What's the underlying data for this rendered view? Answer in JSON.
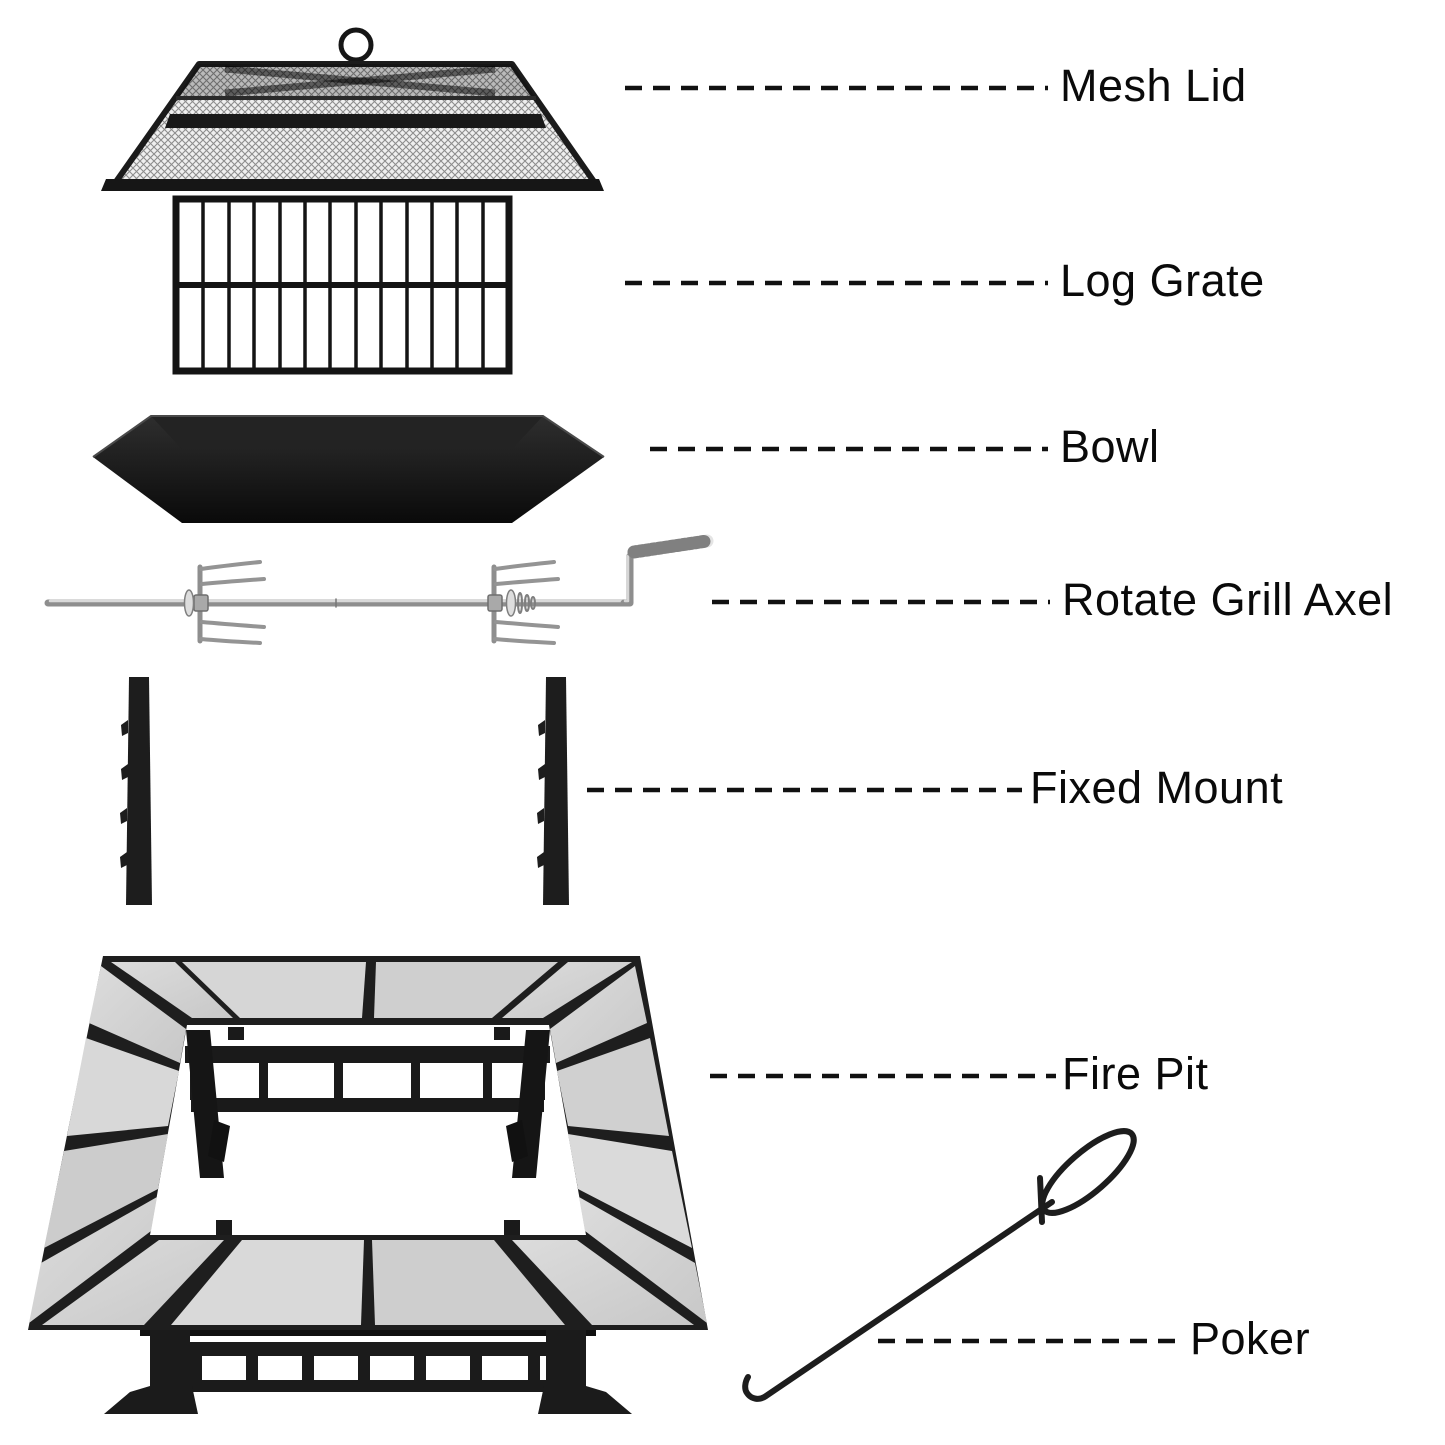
{
  "page": {
    "background_color": "#ffffff",
    "label_color": "#0a0a0a",
    "leader_line_color": "#111111"
  },
  "diagram": {
    "description": "Exploded parts view of a square tile-top fire pit table",
    "parts": [
      {
        "id": "mesh-lid",
        "label": "Mesh Lid"
      },
      {
        "id": "log-grate",
        "label": "Log Grate"
      },
      {
        "id": "bowl",
        "label": "Bowl"
      },
      {
        "id": "rotate-grill-axel",
        "label": "Rotate Grill Axel"
      },
      {
        "id": "fixed-mount",
        "label": "Fixed Mount"
      },
      {
        "id": "fire-pit",
        "label": "Fire Pit"
      },
      {
        "id": "poker",
        "label": "Poker"
      }
    ],
    "colors": {
      "frame_black": "#1c1c1c",
      "bowl_black": "#0d0d0d",
      "metal_silver": "#9c9c9c",
      "tile_grey": "#d4d4d4"
    }
  }
}
